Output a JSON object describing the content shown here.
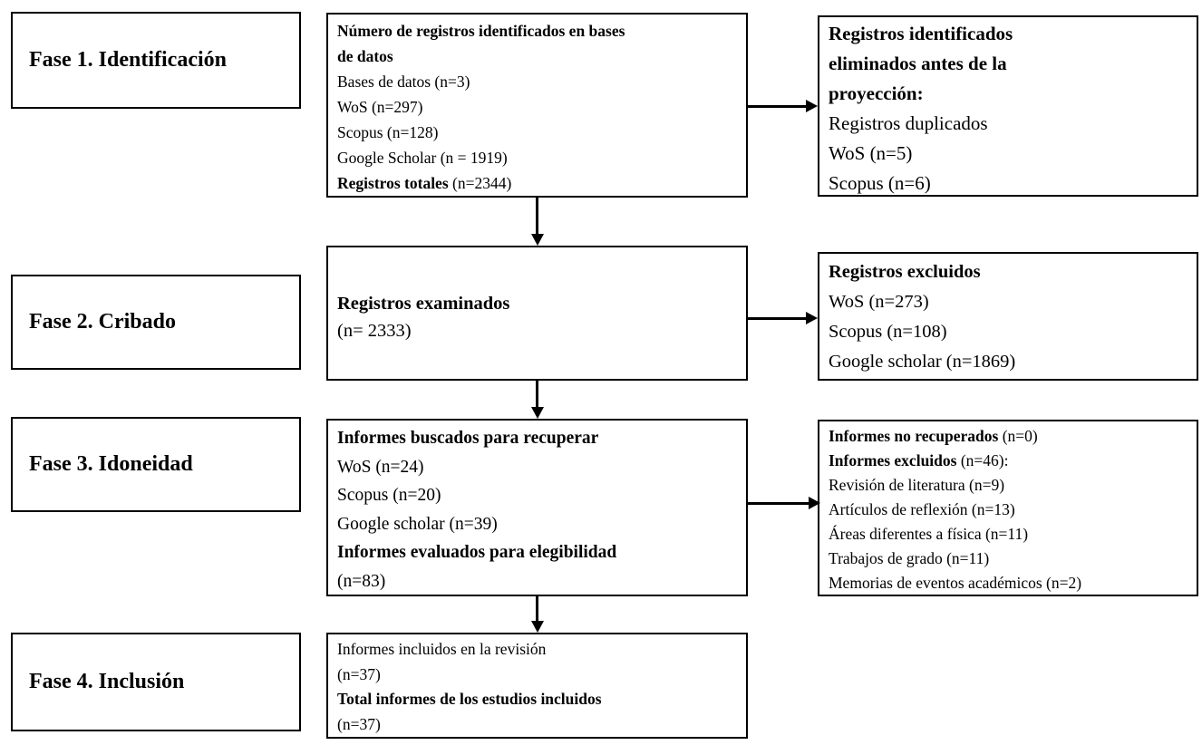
{
  "diagram": {
    "title": "PRISMA flow diagram (Spanish)",
    "colors": {
      "box_border": "#000000",
      "background": "#ffffff",
      "text": "#000000"
    },
    "phases": [
      {
        "label": "Fase 1. Identificación"
      },
      {
        "label": "Fase 2. Cribado"
      },
      {
        "label": "Fase 3. Idoneidad"
      },
      {
        "label": "Fase 4. Inclusión"
      }
    ],
    "boxes": {
      "identification_records": {
        "lines": [
          [
            {
              "t": "Número de registros identificados en bases",
              "b": true
            }
          ],
          [
            {
              "t": "de datos",
              "b": true
            }
          ],
          [
            {
              "t": "Bases de datos (n=3)",
              "b": false
            }
          ],
          [
            {
              "t": "WoS (n=297)",
              "b": false
            }
          ],
          [
            {
              "t": "Scopus (n=128)",
              "b": false
            }
          ],
          [
            {
              "t": "Google Scholar (n = 1919)",
              "b": false
            }
          ],
          [
            {
              "t": "Registros totales",
              "b": true
            },
            {
              "t": " (n=2344)",
              "b": false
            }
          ]
        ]
      },
      "records_removed_before_screening": {
        "lines": [
          [
            {
              "t": "Registros identificados",
              "b": true
            }
          ],
          [
            {
              "t": "eliminados antes de la",
              "b": true
            }
          ],
          [
            {
              "t": "proyección:",
              "b": true
            }
          ],
          [
            {
              "t": "Registros duplicados",
              "b": false
            }
          ],
          [
            {
              "t": "WoS (n=5)",
              "b": false
            }
          ],
          [
            {
              "t": "Scopus (n=6)",
              "b": false
            }
          ]
        ]
      },
      "records_screened": {
        "lines": [
          [
            {
              "t": "Registros examinados",
              "b": true
            }
          ],
          [
            {
              "t": "(n= 2333)",
              "b": false
            }
          ]
        ]
      },
      "records_excluded": {
        "lines": [
          [
            {
              "t": "Registros excluidos",
              "b": true
            }
          ],
          [
            {
              "t": "WoS (n=273)",
              "b": false
            }
          ],
          [
            {
              "t": "Scopus (n=108)",
              "b": false
            }
          ],
          [
            {
              "t": "Google scholar (n=1869)",
              "b": false
            }
          ]
        ]
      },
      "reports_sought": {
        "lines": [
          [
            {
              "t": "Informes buscados para recuperar",
              "b": true
            }
          ],
          [
            {
              "t": "WoS (n=24)",
              "b": false
            }
          ],
          [
            {
              "t": "Scopus (n=20)",
              "b": false
            }
          ],
          [
            {
              "t": "Google scholar (n=39)",
              "b": false
            }
          ],
          [
            {
              "t": "Informes evaluados para elegibilidad",
              "b": true
            }
          ],
          [
            {
              "t": "(n=83)",
              "b": false
            }
          ]
        ]
      },
      "reports_excluded": {
        "lines": [
          [
            {
              "t": "Informes no recuperados",
              "b": true
            },
            {
              "t": " (n=0)",
              "b": false
            }
          ],
          [
            {
              "t": "Informes excluidos",
              "b": true
            },
            {
              "t": " (n=46):",
              "b": false
            }
          ],
          [
            {
              "t": "Revisión de literatura (n=9)",
              "b": false
            }
          ],
          [
            {
              "t": "Artículos de reflexión (n=13)",
              "b": false
            }
          ],
          [
            {
              "t": "Áreas diferentes a física (n=11)",
              "b": false
            }
          ],
          [
            {
              "t": "Trabajos de grado (n=11)",
              "b": false
            }
          ],
          [
            {
              "t": "Memorias de eventos académicos (n=2)",
              "b": false
            }
          ]
        ]
      },
      "reports_included": {
        "lines": [
          [
            {
              "t": "Informes incluidos en la revisión",
              "b": false
            }
          ],
          [
            {
              "t": "(n=37)",
              "b": false
            }
          ],
          [
            {
              "t": "Total informes de los estudios incluidos",
              "b": true
            }
          ],
          [
            {
              "t": "(n=37)",
              "b": false
            }
          ]
        ]
      }
    }
  }
}
